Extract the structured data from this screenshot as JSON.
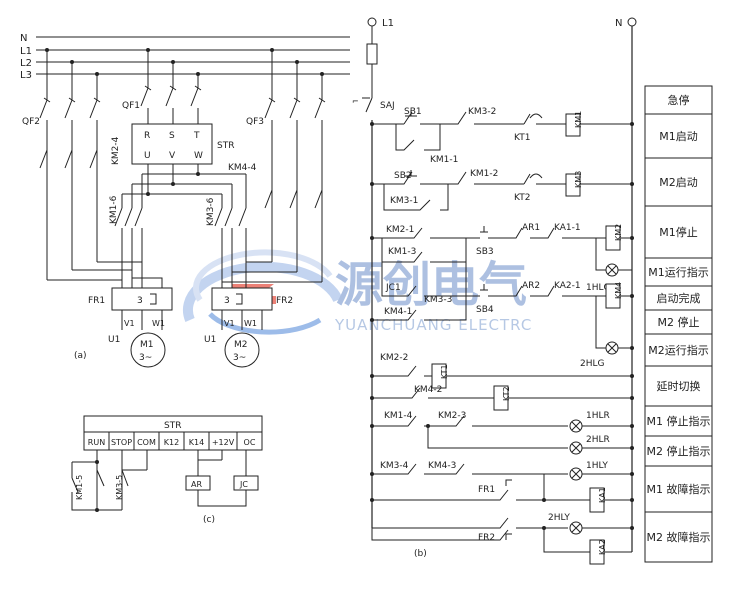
{
  "bus": {
    "n": "N",
    "l1": "L1",
    "l2": "L2",
    "l3": "L3"
  },
  "diagram_a": {
    "qf1": "QF1",
    "qf2": "QF2",
    "qf3": "QF3",
    "str": "STR",
    "r": "R",
    "s": "S",
    "t": "T",
    "u": "U",
    "v": "V",
    "w": "W",
    "km2_4": "KM2-4",
    "km4_4": "KM4-4",
    "km1_6": "KM1-6",
    "km3_6": "KM3-6",
    "fr1": "FR1",
    "fr2": "FR2",
    "three": "3",
    "u1": "U1",
    "v1": "V1",
    "w1": "W1",
    "m1": "M1",
    "m2": "M2",
    "ac": "3~",
    "label": "(a)"
  },
  "diagram_c": {
    "title": "STR",
    "terminals": [
      "RUN",
      "STOP",
      "COM",
      "K12",
      "K14",
      "+12V",
      "OC"
    ],
    "km1_5": "KM1-5",
    "km3_5": "KM3-5",
    "ar": "AR",
    "jc": "JC",
    "label": "(c)"
  },
  "diagram_b": {
    "l1": "L1",
    "n": "N",
    "saj": "SAJ",
    "sb1": "SB1",
    "sb2": "SB2",
    "sb3": "SB3",
    "sb4": "SB4",
    "km3_2": "KM3-2",
    "kt1": "KT1",
    "km1": "KM1",
    "km1_1": "KM1-1",
    "km1_2": "KM1-2",
    "km3_1": "KM3-1",
    "kt2": "KT2",
    "km3": "KM3",
    "km2_1": "KM2-1",
    "ar1": "AR1",
    "ka1_1": "KA1-1",
    "km2": "KM2",
    "km1_3": "KM1-3",
    "jc1": "JC1",
    "km3_3": "KM3-3",
    "hlg1": "1HLG",
    "ar2": "AR2",
    "ka2_1": "KA2-1",
    "km4": "KM4",
    "km4_1": "KM4-1",
    "hlg2": "2HLG",
    "km2_2": "KM2-2",
    "kt1c": "KT1",
    "km4_2": "KM4-2",
    "kt2c": "KT2",
    "km1_4": "KM1-4",
    "km2_3": "KM2-3",
    "hlr1": "1HLR",
    "hlr2": "2HLR",
    "km3_4": "KM3-4",
    "km4_3": "KM4-3",
    "hly1": "1HLY",
    "fr1": "FR1",
    "ka1": "KA1",
    "hly2": "2HLY",
    "fr2": "FR2",
    "ka2": "KA2",
    "label": "(b)"
  },
  "legend": [
    "急停",
    "M1启动",
    "M2启动",
    "M1停止",
    "M1运行指示",
    "启动完成",
    "M2 停止",
    "M2运行指示",
    "延时切换",
    "M1 停止指示",
    "M2 停止指示",
    "M1 故障指示",
    "M2 故障指示"
  ],
  "watermark": {
    "cn": "源创电气",
    "en": "YUANCHUANG ELECTRC"
  },
  "colors": {
    "logo_blue": "#2e6fd0",
    "logo_red": "#e23a2a",
    "watermark": "#9fb6dc",
    "line": "#222222"
  }
}
